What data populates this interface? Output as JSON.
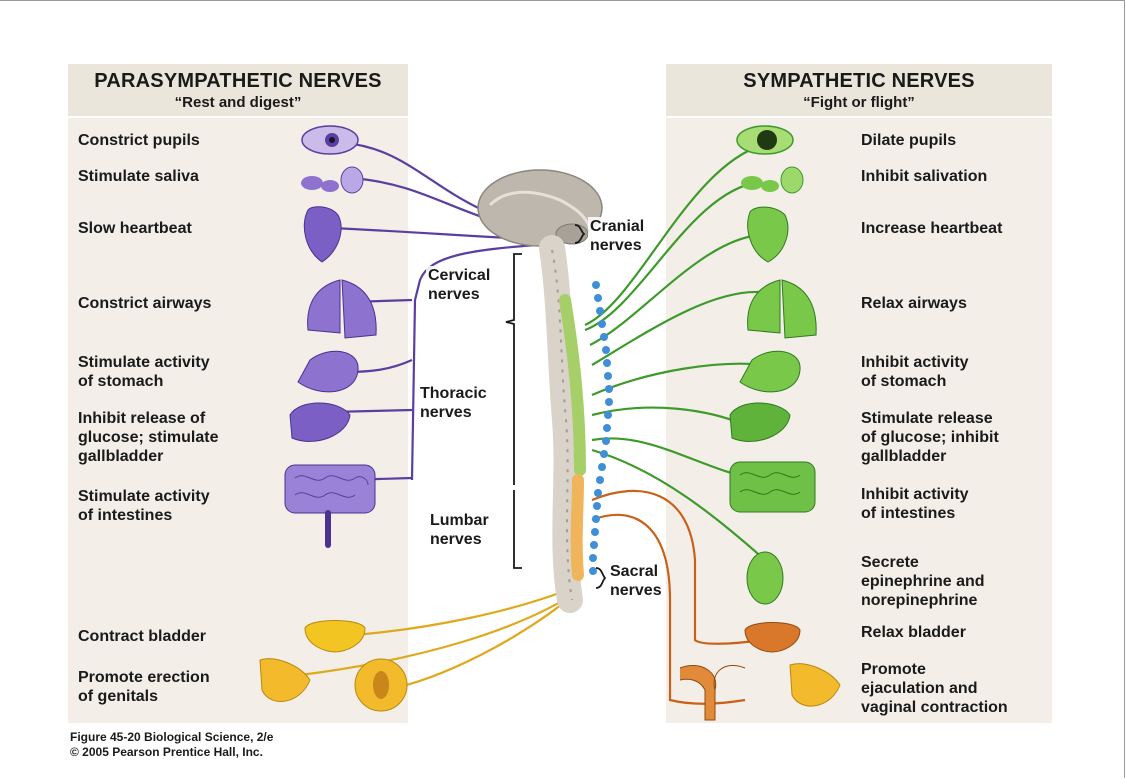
{
  "parasympathetic": {
    "title": "PARASYMPATHETIC NERVES",
    "subtitle": "“Rest and digest”",
    "effects": [
      "Constrict pupils",
      "Stimulate saliva",
      "Slow heartbeat",
      "Constrict airways",
      "Stimulate activity\nof stomach",
      "Inhibit release of\nglucose; stimulate\ngallbladder",
      "Stimulate activity\nof intestines",
      "Contract bladder",
      "Promote erection\nof genitals"
    ]
  },
  "sympathetic": {
    "title": "SYMPATHETIC NERVES",
    "subtitle": "“Fight or flight”",
    "effects": [
      "Dilate pupils",
      "Inhibit salivation",
      "Increase heartbeat",
      "Relax airways",
      "Inhibit activity\nof stomach",
      "Stimulate release\nof glucose; inhibit\ngallbladder",
      "Inhibit activity\nof intestines",
      "Secrete\nepinephrine and\nnorepinephrine",
      "Relax bladder",
      "Promote\nejaculation and\nvaginal contraction"
    ]
  },
  "nerve_regions": {
    "cranial": "Cranial\nnerves",
    "cervical": "Cervical\nnerves",
    "thoracic": "Thoracic\nnerves",
    "lumbar": "Lumbar\nnerves",
    "sacral": "Sacral\nnerves"
  },
  "caption": "Figure 45-20 Biological Science, 2/e\n© 2005 Pearson Prentice Hall, Inc.",
  "colors": {
    "parasympathetic": "#5b3fa0",
    "sympathetic": "#3e9a2a",
    "sacral_pathway": "#e0a81c",
    "lumbar_pathway": "#c8621a",
    "sympathetic_chain": "#3f8fd6",
    "panel": "#f3efe8"
  }
}
